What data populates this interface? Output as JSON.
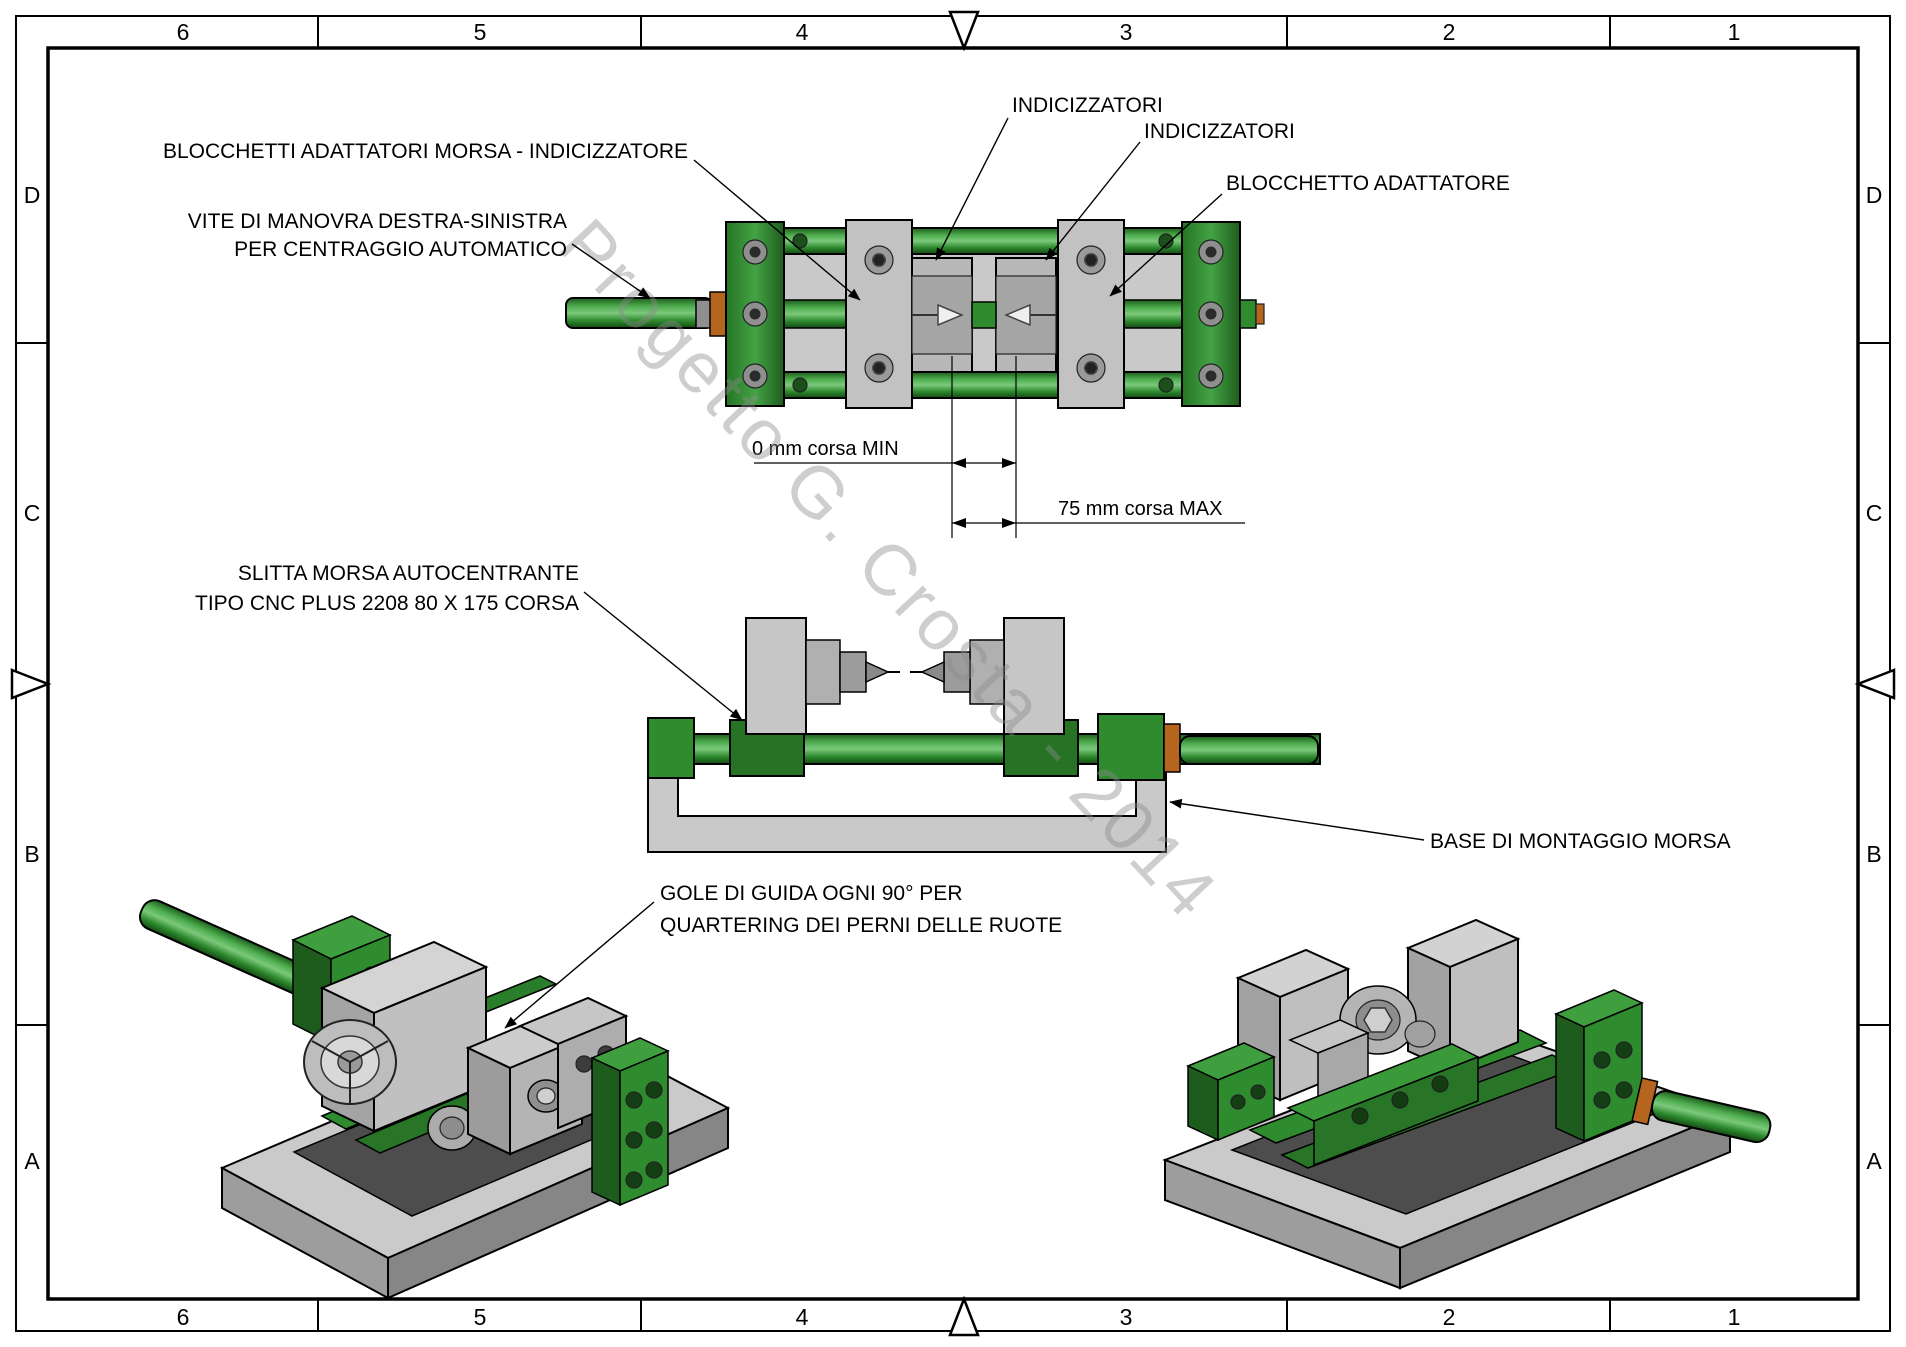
{
  "sheet": {
    "watermark": "Progetto G. Crosta - 2014",
    "border": {
      "cols": [
        "6",
        "5",
        "4",
        "3",
        "2",
        "1"
      ],
      "rows": [
        "D",
        "C",
        "B",
        "A"
      ]
    }
  },
  "callouts": {
    "indicizzatori_left": "INDICIZZATORI",
    "indicizzatori_right": "INDICIZZATORI",
    "blocchetti_adattatori": "BLOCCHETTI ADATTATORI MORSA - INDICIZZATORE",
    "blocchetto_adattatore": "BLOCCHETTO ADATTATORE",
    "vite_manovra_line1": "VITE DI MANOVRA DESTRA-SINISTRA",
    "vite_manovra_line2": "PER CENTRAGGIO AUTOMATICO",
    "corsa_min": "0 mm corsa MIN",
    "corsa_max": "75 mm corsa MAX",
    "slitta_line1": "SLITTA MORSA AUTOCENTRANTE",
    "slitta_line2": "TIPO CNC PLUS 2208 80 X 175 CORSA",
    "base_montaggio": "BASE DI MONTAGGIO MORSA",
    "gole_line1": "GOLE DI GUIDA OGNI 90° PER",
    "gole_line2": "QUARTERING DEI PERNI DELLE RUOTE"
  },
  "colors": {
    "part_green": "#2e8b2e",
    "part_green_dark": "#1d5c1d",
    "part_gray_light": "#c9c9c9",
    "part_gray_mid": "#a8a8a8",
    "part_gray_dark": "#4d4d4d",
    "collar_orange": "#b5651d",
    "line_black": "#000000",
    "watermark_gray": "#8a8a8a"
  }
}
